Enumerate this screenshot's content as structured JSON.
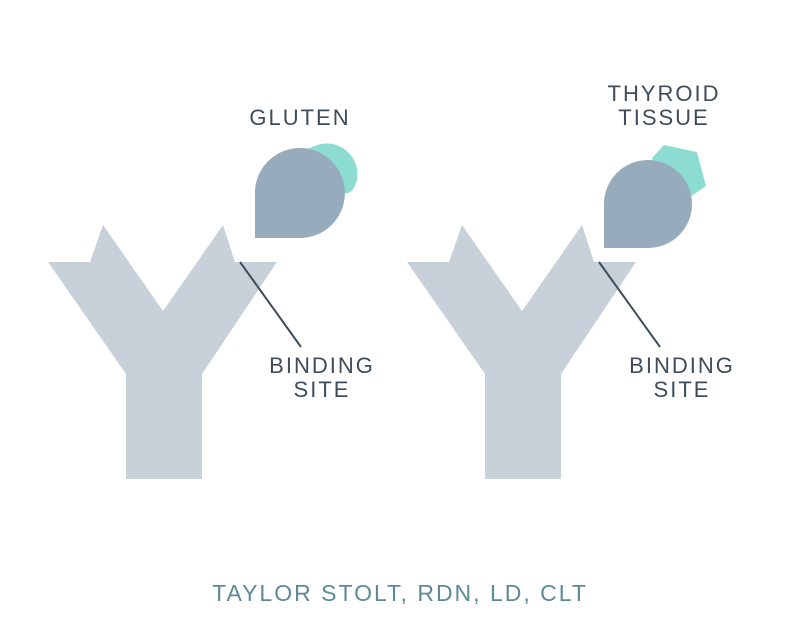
{
  "colors": {
    "antibody": "#c8d1da",
    "molecule": "#96abbb",
    "antigen": "#8ddcd2",
    "line": "#3f4d5a",
    "text": "#3f4d5a",
    "credit": "#5d8a95"
  },
  "left_panel": {
    "antigen_label": "GLUTEN",
    "binding_label": [
      "BINDING",
      "SITE"
    ]
  },
  "right_panel": {
    "antigen_label": [
      "THYROID",
      "TISSUE"
    ],
    "binding_label": [
      "BINDING",
      "SITE"
    ]
  },
  "credit": "TAYLOR STOLT, RDN, LD, CLT"
}
